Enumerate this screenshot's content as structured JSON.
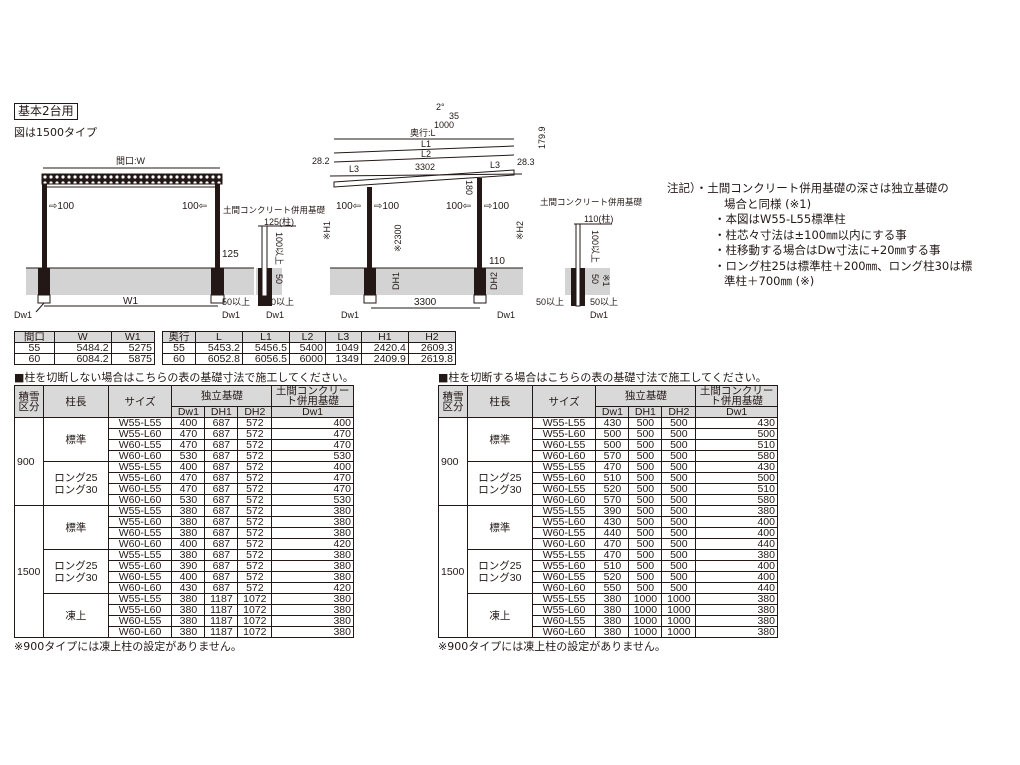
{
  "header": {
    "title": "基本2台用",
    "subtitle": "図は1500タイプ"
  },
  "front_view": {
    "width_label": "間口:W",
    "offset_left": "⇨100",
    "offset_right": "100⇦",
    "post_125": "125",
    "w1": "W1",
    "dw1_left": "Dw1",
    "dw1_right": "Dw1",
    "min50": "50以上"
  },
  "detail_front": {
    "title": "土間コンクリート併用基礎",
    "post": "125(柱)",
    "min100": "100以上",
    "d50": "50",
    "min50_left": "50以上",
    "min50_right": "50以上",
    "dw1": "Dw1"
  },
  "side_view": {
    "slope_deg": "2°",
    "slope_rise": "35",
    "slope_run": "1000",
    "depth_label": "奥行:L",
    "l1": "L1",
    "l2": "L2",
    "l3_left": "L3",
    "l3_right": "L3",
    "mid": "3302",
    "left_off": "28.2",
    "right_off": "28.3",
    "height_diff": "179.9",
    "d180": "180",
    "h1": "※H1",
    "h2": "※H2",
    "h2300": "※2300",
    "off_a": "100⇦",
    "off_b": "⇨100",
    "off_c": "100⇦",
    "off_d": "⇨100",
    "post_110": "110",
    "dh1": "DH1",
    "dh2": "DH2",
    "span": "3300",
    "dw1_left": "Dw1",
    "dw1_right": "Dw1"
  },
  "detail_side": {
    "title": "土間コンクリート併用基礎",
    "post": "110(柱)",
    "min100": "100以上",
    "d50": "50",
    "mark": "※1",
    "min50_left": "50以上",
    "min50_right": "50以上",
    "dw1": "Dw1"
  },
  "notes": {
    "prefix": "注記）・",
    "items": [
      "土間コンクリート併用基礎の深さは独立基礎の",
      "場合と同様 (※1)",
      "・本図はW55-L55標準柱",
      "・柱芯々寸法は±100㎜以内にする事",
      "・柱移動する場合はDw寸法に+20㎜する事",
      "・ロング柱25は標準柱＋200㎜、ロング柱30は標",
      "準柱＋700㎜ (※)"
    ]
  },
  "width_table": {
    "headers": [
      "間口",
      "W",
      "W1"
    ],
    "rows": [
      [
        "55",
        "5484.2",
        "5275"
      ],
      [
        "60",
        "6084.2",
        "5875"
      ]
    ]
  },
  "depth_table": {
    "headers": [
      "奥行",
      "L",
      "L1",
      "L2",
      "L3",
      "H1",
      "H2"
    ],
    "rows": [
      [
        "55",
        "5453.2",
        "5456.5",
        "5400",
        "1049",
        "2420.4",
        "2609.3"
      ],
      [
        "60",
        "6052.8",
        "6056.5",
        "6000",
        "1349",
        "2409.9",
        "2619.8"
      ]
    ]
  },
  "tables": [
    {
      "caption": "■柱を切断しない場合はこちらの表の基礎寸法で施工してください。",
      "h_snow": "積雪区分",
      "h_post": "柱長",
      "h_size": "サイズ",
      "h_indep": "独立基礎",
      "h_concrete": "土間コンクリート併用基礎",
      "sub": [
        "Dw1",
        "DH1",
        "DH2",
        "Dw1"
      ],
      "note": "※900タイプには凍上柱の設定がありません。",
      "snow": [
        {
          "label": "900",
          "groups": [
            {
              "label": "標準",
              "rows": [
                [
                  "W55-L55",
                  "400",
                  "687",
                  "572",
                  "400"
                ],
                [
                  "W55-L60",
                  "470",
                  "687",
                  "572",
                  "470"
                ],
                [
                  "W60-L55",
                  "470",
                  "687",
                  "572",
                  "470"
                ],
                [
                  "W60-L60",
                  "530",
                  "687",
                  "572",
                  "530"
                ]
              ]
            },
            {
              "label": "ロング25\nロング30",
              "rows": [
                [
                  "W55-L55",
                  "400",
                  "687",
                  "572",
                  "400"
                ],
                [
                  "W55-L60",
                  "470",
                  "687",
                  "572",
                  "470"
                ],
                [
                  "W60-L55",
                  "470",
                  "687",
                  "572",
                  "470"
                ],
                [
                  "W60-L60",
                  "530",
                  "687",
                  "572",
                  "530"
                ]
              ]
            }
          ]
        },
        {
          "label": "1500",
          "groups": [
            {
              "label": "標準",
              "rows": [
                [
                  "W55-L55",
                  "380",
                  "687",
                  "572",
                  "380"
                ],
                [
                  "W55-L60",
                  "380",
                  "687",
                  "572",
                  "380"
                ],
                [
                  "W60-L55",
                  "380",
                  "687",
                  "572",
                  "380"
                ],
                [
                  "W60-L60",
                  "400",
                  "687",
                  "572",
                  "420"
                ]
              ]
            },
            {
              "label": "ロング25\nロング30",
              "rows": [
                [
                  "W55-L55",
                  "380",
                  "687",
                  "572",
                  "380"
                ],
                [
                  "W55-L60",
                  "390",
                  "687",
                  "572",
                  "380"
                ],
                [
                  "W60-L55",
                  "400",
                  "687",
                  "572",
                  "380"
                ],
                [
                  "W60-L60",
                  "430",
                  "687",
                  "572",
                  "420"
                ]
              ]
            },
            {
              "label": "凍上",
              "rows": [
                [
                  "W55-L55",
                  "380",
                  "1187",
                  "1072",
                  "380"
                ],
                [
                  "W55-L60",
                  "380",
                  "1187",
                  "1072",
                  "380"
                ],
                [
                  "W60-L55",
                  "380",
                  "1187",
                  "1072",
                  "380"
                ],
                [
                  "W60-L60",
                  "380",
                  "1187",
                  "1072",
                  "380"
                ]
              ]
            }
          ]
        }
      ]
    },
    {
      "caption": "■柱を切断する場合はこちらの表の基礎寸法で施工してください。",
      "h_snow": "積雪区分",
      "h_post": "柱長",
      "h_size": "サイズ",
      "h_indep": "独立基礎",
      "h_concrete": "土間コンクリート併用基礎",
      "sub": [
        "Dw1",
        "DH1",
        "DH2",
        "Dw1"
      ],
      "note": "※900タイプには凍上柱の設定がありません。",
      "snow": [
        {
          "label": "900",
          "groups": [
            {
              "label": "標準",
              "rows": [
                [
                  "W55-L55",
                  "430",
                  "500",
                  "500",
                  "430"
                ],
                [
                  "W55-L60",
                  "500",
                  "500",
                  "500",
                  "500"
                ],
                [
                  "W60-L55",
                  "500",
                  "500",
                  "500",
                  "510"
                ],
                [
                  "W60-L60",
                  "570",
                  "500",
                  "500",
                  "580"
                ]
              ]
            },
            {
              "label": "ロング25\nロング30",
              "rows": [
                [
                  "W55-L55",
                  "470",
                  "500",
                  "500",
                  "430"
                ],
                [
                  "W55-L60",
                  "510",
                  "500",
                  "500",
                  "500"
                ],
                [
                  "W60-L55",
                  "520",
                  "500",
                  "500",
                  "510"
                ],
                [
                  "W60-L60",
                  "570",
                  "500",
                  "500",
                  "580"
                ]
              ]
            }
          ]
        },
        {
          "label": "1500",
          "groups": [
            {
              "label": "標準",
              "rows": [
                [
                  "W55-L55",
                  "390",
                  "500",
                  "500",
                  "380"
                ],
                [
                  "W55-L60",
                  "430",
                  "500",
                  "500",
                  "400"
                ],
                [
                  "W60-L55",
                  "440",
                  "500",
                  "500",
                  "400"
                ],
                [
                  "W60-L60",
                  "470",
                  "500",
                  "500",
                  "440"
                ]
              ]
            },
            {
              "label": "ロング25\nロング30",
              "rows": [
                [
                  "W55-L55",
                  "470",
                  "500",
                  "500",
                  "380"
                ],
                [
                  "W55-L60",
                  "510",
                  "500",
                  "500",
                  "400"
                ],
                [
                  "W60-L55",
                  "520",
                  "500",
                  "500",
                  "400"
                ],
                [
                  "W60-L60",
                  "550",
                  "500",
                  "500",
                  "440"
                ]
              ]
            },
            {
              "label": "凍上",
              "rows": [
                [
                  "W55-L55",
                  "380",
                  "1000",
                  "1000",
                  "380"
                ],
                [
                  "W55-L60",
                  "380",
                  "1000",
                  "1000",
                  "380"
                ],
                [
                  "W60-L55",
                  "380",
                  "1000",
                  "1000",
                  "380"
                ],
                [
                  "W60-L60",
                  "380",
                  "1000",
                  "1000",
                  "380"
                ]
              ]
            }
          ]
        }
      ]
    }
  ]
}
